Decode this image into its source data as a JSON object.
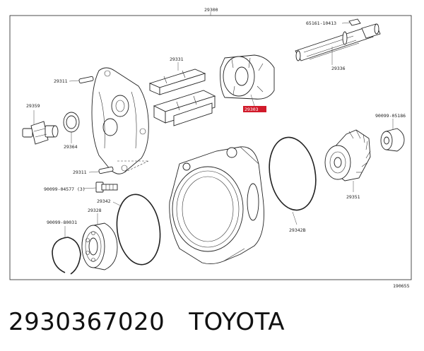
{
  "diagram": {
    "assembly_number": "29300",
    "drawing_code": "190655",
    "highlighted_part": "29303",
    "highlight_color": "#d11a2a",
    "callouts": [
      {
        "id": "c-65161",
        "text": "65161-10413"
      },
      {
        "id": "c-29331",
        "text": "29331"
      },
      {
        "id": "c-29311a",
        "text": "29311"
      },
      {
        "id": "c-29336",
        "text": "29336"
      },
      {
        "id": "c-29359",
        "text": "29359"
      },
      {
        "id": "c-29364",
        "text": "29364"
      },
      {
        "id": "c-90099-05186",
        "text": "90099-05186"
      },
      {
        "id": "c-29311b",
        "text": "29311"
      },
      {
        "id": "c-90099-04577",
        "text": "90099-04577 (3)"
      },
      {
        "id": "c-29351",
        "text": "29351"
      },
      {
        "id": "c-29342",
        "text": "29342"
      },
      {
        "id": "c-29328",
        "text": "29328"
      },
      {
        "id": "c-90099-80031",
        "text": "90099-80031"
      },
      {
        "id": "c-29342b",
        "text": "29342B"
      }
    ]
  },
  "caption": {
    "part_number": "2930367020",
    "brand": "TOYOTA"
  }
}
